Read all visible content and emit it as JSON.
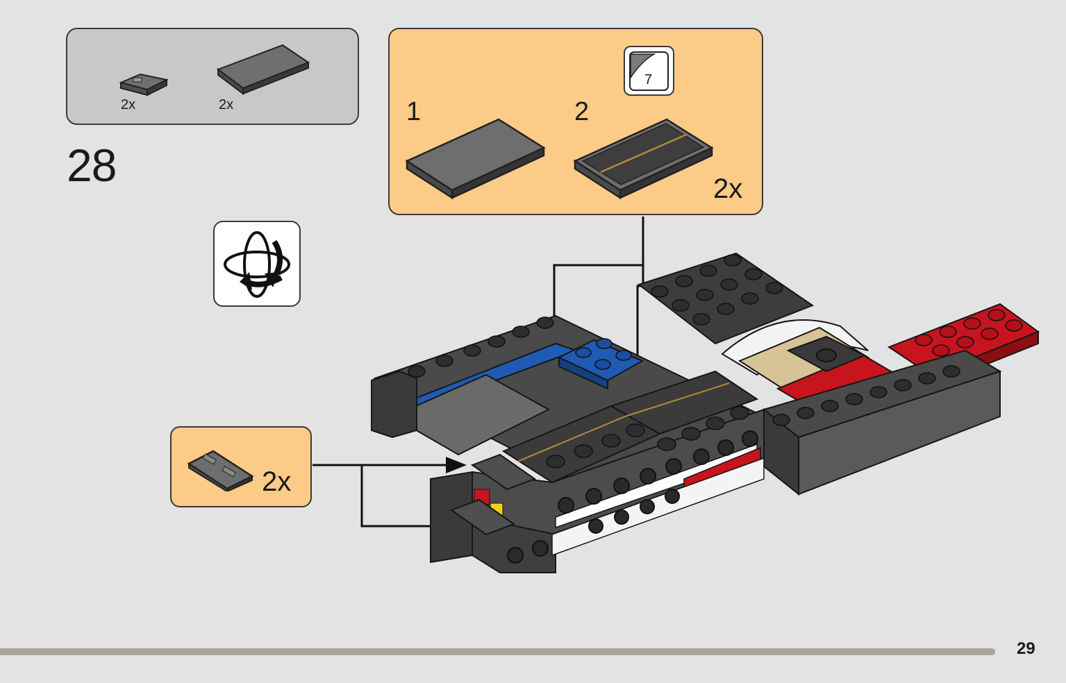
{
  "step": {
    "number": "28",
    "page_number": "29"
  },
  "parts_list": {
    "items": [
      {
        "part": "jumper-plate-1x2",
        "quantity": "2x"
      },
      {
        "part": "tile-2x4-dark-grey",
        "quantity": "2x"
      }
    ]
  },
  "subassembly": {
    "steps": [
      {
        "number": "1",
        "part": "tile-2x4-dark-grey"
      },
      {
        "number": "2",
        "part": "tile-2x4-with-sticker"
      }
    ],
    "sticker_number": "7",
    "quantity": "2x"
  },
  "callout": {
    "part": "jumper-plate-1x2",
    "quantity": "2x"
  },
  "icons": {
    "rotate": "rotate-model-icon"
  },
  "colors": {
    "callout_bg": "#fccb87",
    "parts_bg": "#c8c8c8",
    "page_bg": "#e3e3e3",
    "dark_grey_brick": "#4a4a4a",
    "red_brick": "#c8141e",
    "blue_brick": "#1f5bb5",
    "tan_brick": "#d6c396"
  }
}
